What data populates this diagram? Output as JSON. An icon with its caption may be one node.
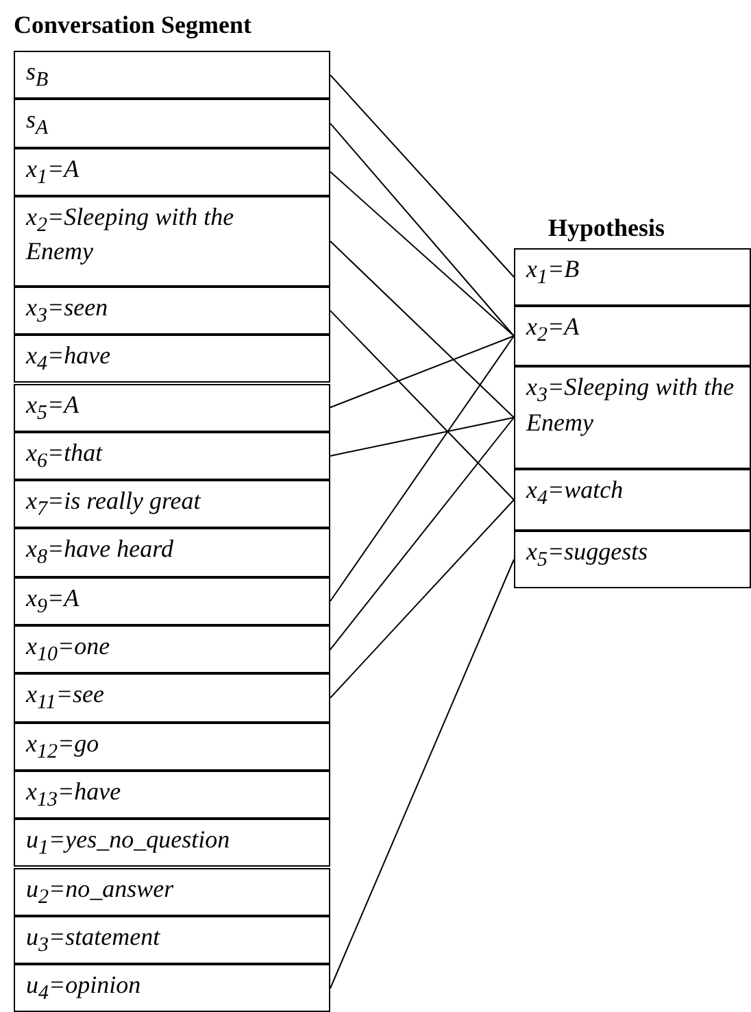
{
  "diagram": {
    "nodes": [
      {
        "text": [
          "s$_{B}$"
        ]
      },
      {
        "text": [
          "s$_{A}$"
        ]
      },
      {
        "text": [
          "x$_{1}$=A"
        ]
      },
      {
        "text": [
          "x$_{2}$=Sleeping with the Enemy"
        ]
      },
      {
        "text": [
          "x$_{3}$=seen"
        ]
      },
      {
        "text": [
          "x$_{4}$=have"
        ]
      },
      {
        "text": [
          "x$_{5}$=A"
        ]
      },
      {
        "text": [
          "x$_{6}$=that"
        ]
      },
      {
        "text": [
          "x$_{7}$=is really great"
        ]
      },
      {
        "text": [
          "x$_{8}$=have heard"
        ]
      },
      {
        "text": [
          "x$_{9}$=A"
        ]
      },
      {
        "text": [
          "x$_{10}$=one"
        ]
      },
      {
        "text": [
          "x$_{11}$=see"
        ]
      },
      {
        "text": [
          "x$_{12}$=go"
        ]
      },
      {
        "text": [
          "x$_{13}$=have"
        ]
      },
      {
        "text": [
          "u$_{1}$=yes_no_question"
        ]
      },
      {
        "text": [
          "u$_{2}$=no_answer"
        ]
      },
      {
        "text": [
          "u$_{3}$=statement"
        ]
      },
      {
        "text": [
          "u$_{4}$=opinion"
        ]
      },
      {
        "text": [
          "x$_{1}$=B"
        ]
      },
      {
        "text": [
          "x$_{2}$=A"
        ]
      },
      {
        "text": [
          "x$_{3}$=Sleeping with the Enemy"
        ]
      },
      {
        "text": [
          "x$_{4}$=watch"
        ]
      },
      {
        "text": [
          "x$_{5}$=suggests"
        ]
      }
    ],
    "edges": [
      {
        "from": 0,
        "to": 19,
        "arrow": "none"
      },
      {
        "from": 1,
        "to": 20,
        "arrow": "none"
      },
      {
        "from": 2,
        "to": 20,
        "arrow": "none"
      },
      {
        "from": 3,
        "to": 21,
        "arrow": "none"
      },
      {
        "from": 4,
        "to": 22,
        "arrow": "none"
      },
      {
        "from": 6,
        "to": 20,
        "arrow": "none"
      },
      {
        "from": 7,
        "to": 21,
        "arrow": "none"
      },
      {
        "from": 10,
        "to": 20,
        "arrow": "none"
      },
      {
        "from": 11,
        "to": 21,
        "arrow": "none"
      },
      {
        "from": 12,
        "to": 22,
        "arrow": "none"
      },
      {
        "from": 18,
        "to": 23,
        "arrow": "none"
      }
    ],
    "labels": [
      "Conversation Segment",
      "Hypothesis"
    ]
  }
}
